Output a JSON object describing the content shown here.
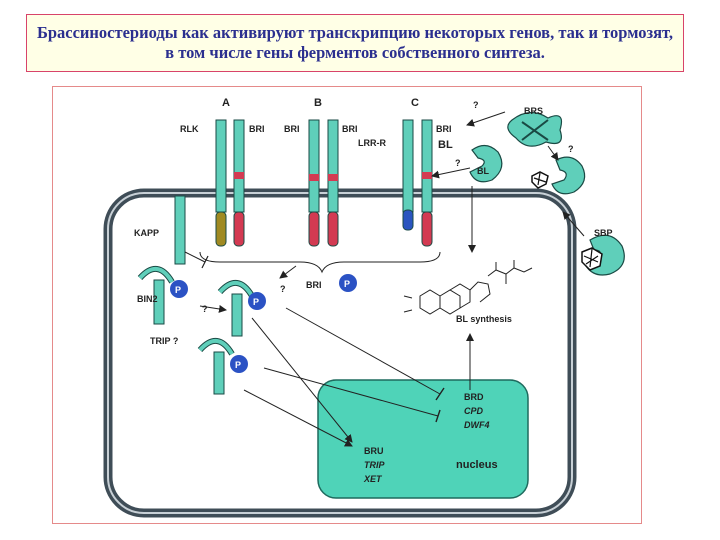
{
  "title": "Брассиностериоды как активируют транскрипцию некоторых генов, так и тормозят, в том числе гены ферментов собственного синтеза.",
  "diagram": {
    "panel_a": "A",
    "panel_b": "B",
    "panel_c": "C",
    "rlk": "RLK",
    "bri_a": "BRI",
    "bri_b1": "BRI",
    "bri_b2": "BRI",
    "lrr_r": "LRR-R",
    "bri_c": "BRI",
    "brs": "BRS",
    "bl_top": "BL",
    "bl_small": "BL",
    "sbp": "SBP",
    "q_top": "?",
    "q_mid": "?",
    "q_brs": "?",
    "q_bri": "?",
    "q_bin": "?",
    "kapp": "KAPP",
    "bin2": "BIN2",
    "trip_q": "TRIP ?",
    "bri_cyt": "BRI",
    "p_label": "P",
    "bl_synthesis": "BL synthesis",
    "brd": "BRD",
    "cpd": "CPD",
    "dwf4": "DWF4",
    "bru": "BRU",
    "trip": "TRIP",
    "xet": "XET",
    "nucleus": "nucleus"
  },
  "colors": {
    "receptor": "#5fcfba",
    "receptor_red": "#d33a52",
    "receptor_olive": "#a08a22",
    "receptor_blue": "#2a55c0",
    "membrane": "#3f4d57",
    "nucleus": "#4fd3b8",
    "phosphate": "#2b52c4",
    "title_text": "#2b2f8f"
  }
}
